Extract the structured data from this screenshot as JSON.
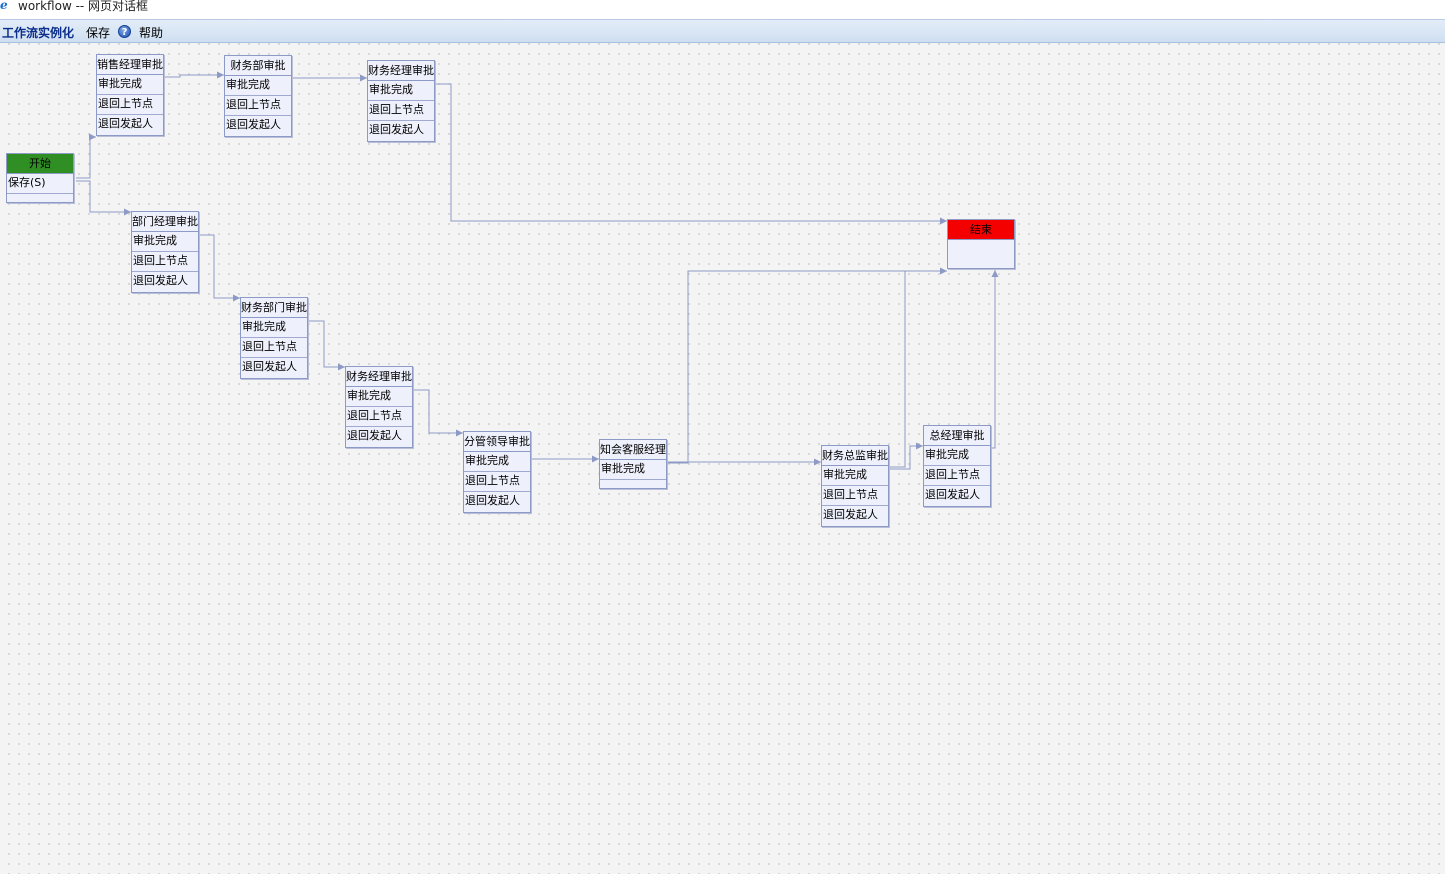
{
  "window": {
    "title": "workflow -- 网页对话框",
    "icon": "ie-icon"
  },
  "toolbar": {
    "app_title": "工作流实例化",
    "save_label": "保存",
    "help_label": "帮助",
    "help_icon": "help-icon"
  },
  "colors": {
    "start": "#2f8f25",
    "end": "#f40000",
    "wire": "#8e9ac6",
    "toolbar": "#cfdff1"
  },
  "nodes": {
    "start": {
      "title": "开始",
      "rows": [
        "保存(S)"
      ]
    },
    "sales_manager": {
      "title": "销售经理审批",
      "rows": [
        "审批完成",
        "退回上节点",
        "退回发起人"
      ]
    },
    "finance_dept_top": {
      "title": "财务部审批",
      "rows": [
        "审批完成",
        "退回上节点",
        "退回发起人"
      ]
    },
    "finance_manager_top": {
      "title": "财务经理审批",
      "rows": [
        "审批完成",
        "退回上节点",
        "退回发起人"
      ]
    },
    "end": {
      "title": "结束",
      "rows": []
    },
    "dept_manager": {
      "title": "部门经理审批",
      "rows": [
        "审批完成",
        "退回上节点",
        "退回发起人"
      ]
    },
    "finance_department": {
      "title": "财务部门审批",
      "rows": [
        "审批完成",
        "退回上节点",
        "退回发起人"
      ]
    },
    "finance_manager_mid": {
      "title": "财务经理审批",
      "rows": [
        "审批完成",
        "退回上节点",
        "退回发起人"
      ]
    },
    "division_leader": {
      "title": "分管领导审批",
      "rows": [
        "审批完成",
        "退回上节点",
        "退回发起人"
      ]
    },
    "notify_cs_manager": {
      "title": "知会客服经理",
      "rows": [
        "审批完成"
      ]
    },
    "finance_director": {
      "title": "财务总监审批",
      "rows": [
        "审批完成",
        "退回上节点",
        "退回发起人"
      ]
    },
    "general_manager": {
      "title": "总经理审批",
      "rows": [
        "审批完成",
        "退回上节点",
        "退回发起人"
      ]
    }
  }
}
